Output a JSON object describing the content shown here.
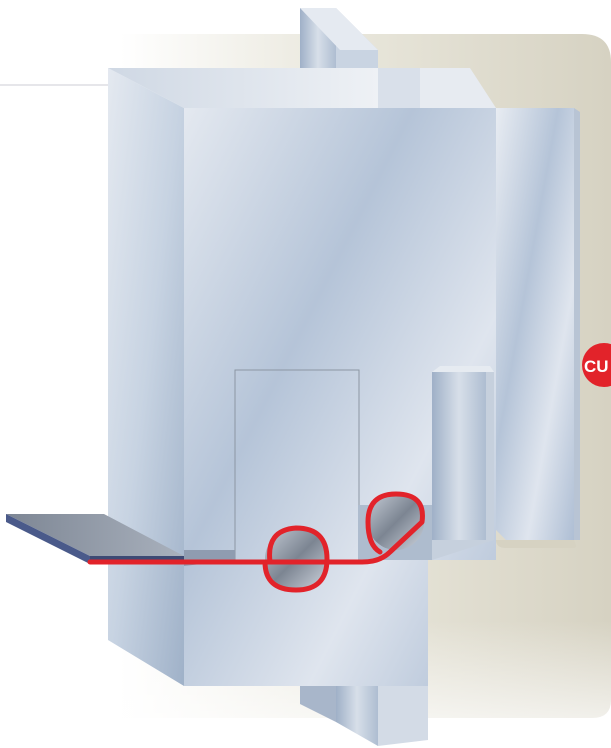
{
  "diagram": {
    "badge": {
      "label": "CU",
      "color": "#e2232a"
    },
    "colors": {
      "frame_background": "#d8d4c4",
      "die_face": "#b9c7d9",
      "strip_line": "#e2232a",
      "sheet_edge": "#4a5a8a"
    },
    "components": [
      "rule-line",
      "frame-background",
      "die-block",
      "top-post",
      "bottom-post",
      "punch-window",
      "right-arm",
      "sheet-strip",
      "lower-roller",
      "upper-roller",
      "strip-path",
      "cu-badge"
    ]
  }
}
